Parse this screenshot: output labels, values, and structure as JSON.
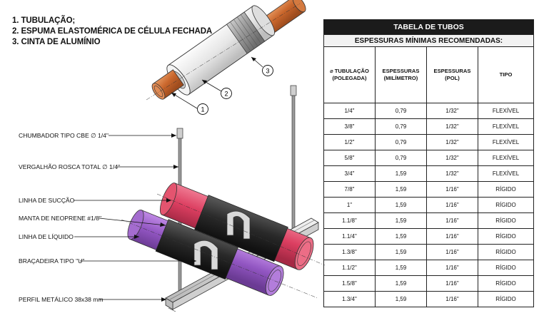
{
  "legend": [
    "1. TUBULAÇÃO;",
    "2. ESPUMA ELASTOMÉRICA DE CÉLULA FECHADA",
    "3. CINTA DE ALUMÍNIO"
  ],
  "callouts": [
    "1",
    "2",
    "3"
  ],
  "labels": {
    "chumbador": "CHUMBADOR TIPO CBE ∅ 1/4\"",
    "vergalhao": "VERGALHÃO ROSCA TOTAL ∅ 1/4\"",
    "linha_succao": "LINHA DE SUCÇÃO",
    "manta": "MANTA DE NEOPRENE #1/8\"",
    "linha_liquido": "LINHA DE LÍQUIDO",
    "bracadeira": "BRAÇADEIRA TIPO \"U\"",
    "perfil": "PERFIL METÁLICO 38x38 mm"
  },
  "table": {
    "title": "TABELA DE TUBOS",
    "subtitle": "ESPESSURAS MÍNIMAS RECOMENDADAS:",
    "headers": [
      "⌀ TUBULAÇÃO (POLEGADA)",
      "ESPESSURAS (MILÍMETRO)",
      "ESPESSURAS (POL)",
      "TIPO"
    ],
    "rows": [
      [
        "1/4\"",
        "0,79",
        "1/32\"",
        "FLEXÍVEL"
      ],
      [
        "3/8\"",
        "0,79",
        "1/32\"",
        "FLEXÍVEL"
      ],
      [
        "1/2\"",
        "0,79",
        "1/32\"",
        "FLEXÍVEL"
      ],
      [
        "5/8\"",
        "0,79",
        "1/32\"",
        "FLEXÍVEL"
      ],
      [
        "3/4\"",
        "1,59",
        "1/32\"",
        "FLEXÍVEL"
      ],
      [
        "7/8\"",
        "1,59",
        "1/16\"",
        "RÍGIDO"
      ],
      [
        "1\"",
        "1,59",
        "1/16\"",
        "RÍGIDO"
      ],
      [
        "1.1/8\"",
        "1,59",
        "1/16\"",
        "RÍGIDO"
      ],
      [
        "1.1/4\"",
        "1,59",
        "1/16\"",
        "RÍGIDO"
      ],
      [
        "1.3/8\"",
        "1,59",
        "1/16\"",
        "RÍGIDO"
      ],
      [
        "1.1/2\"",
        "1,59",
        "1/16\"",
        "RÍGIDO"
      ],
      [
        "1.5/8\"",
        "1,59",
        "1/16\"",
        "RÍGIDO"
      ],
      [
        "1.3/4\"",
        "1,59",
        "1/16\"",
        "RÍGIDO"
      ]
    ]
  },
  "colors": {
    "copper": "#d0733a",
    "insulation": "#ebebeb",
    "aluminium_band": "#a9a9a9",
    "suction_line": "#e2506e",
    "liquid_line": "#9b63c9",
    "neoprene": "#2b2b2b",
    "profile": "#d9d9d9",
    "table_header": "#1b1b1b"
  }
}
